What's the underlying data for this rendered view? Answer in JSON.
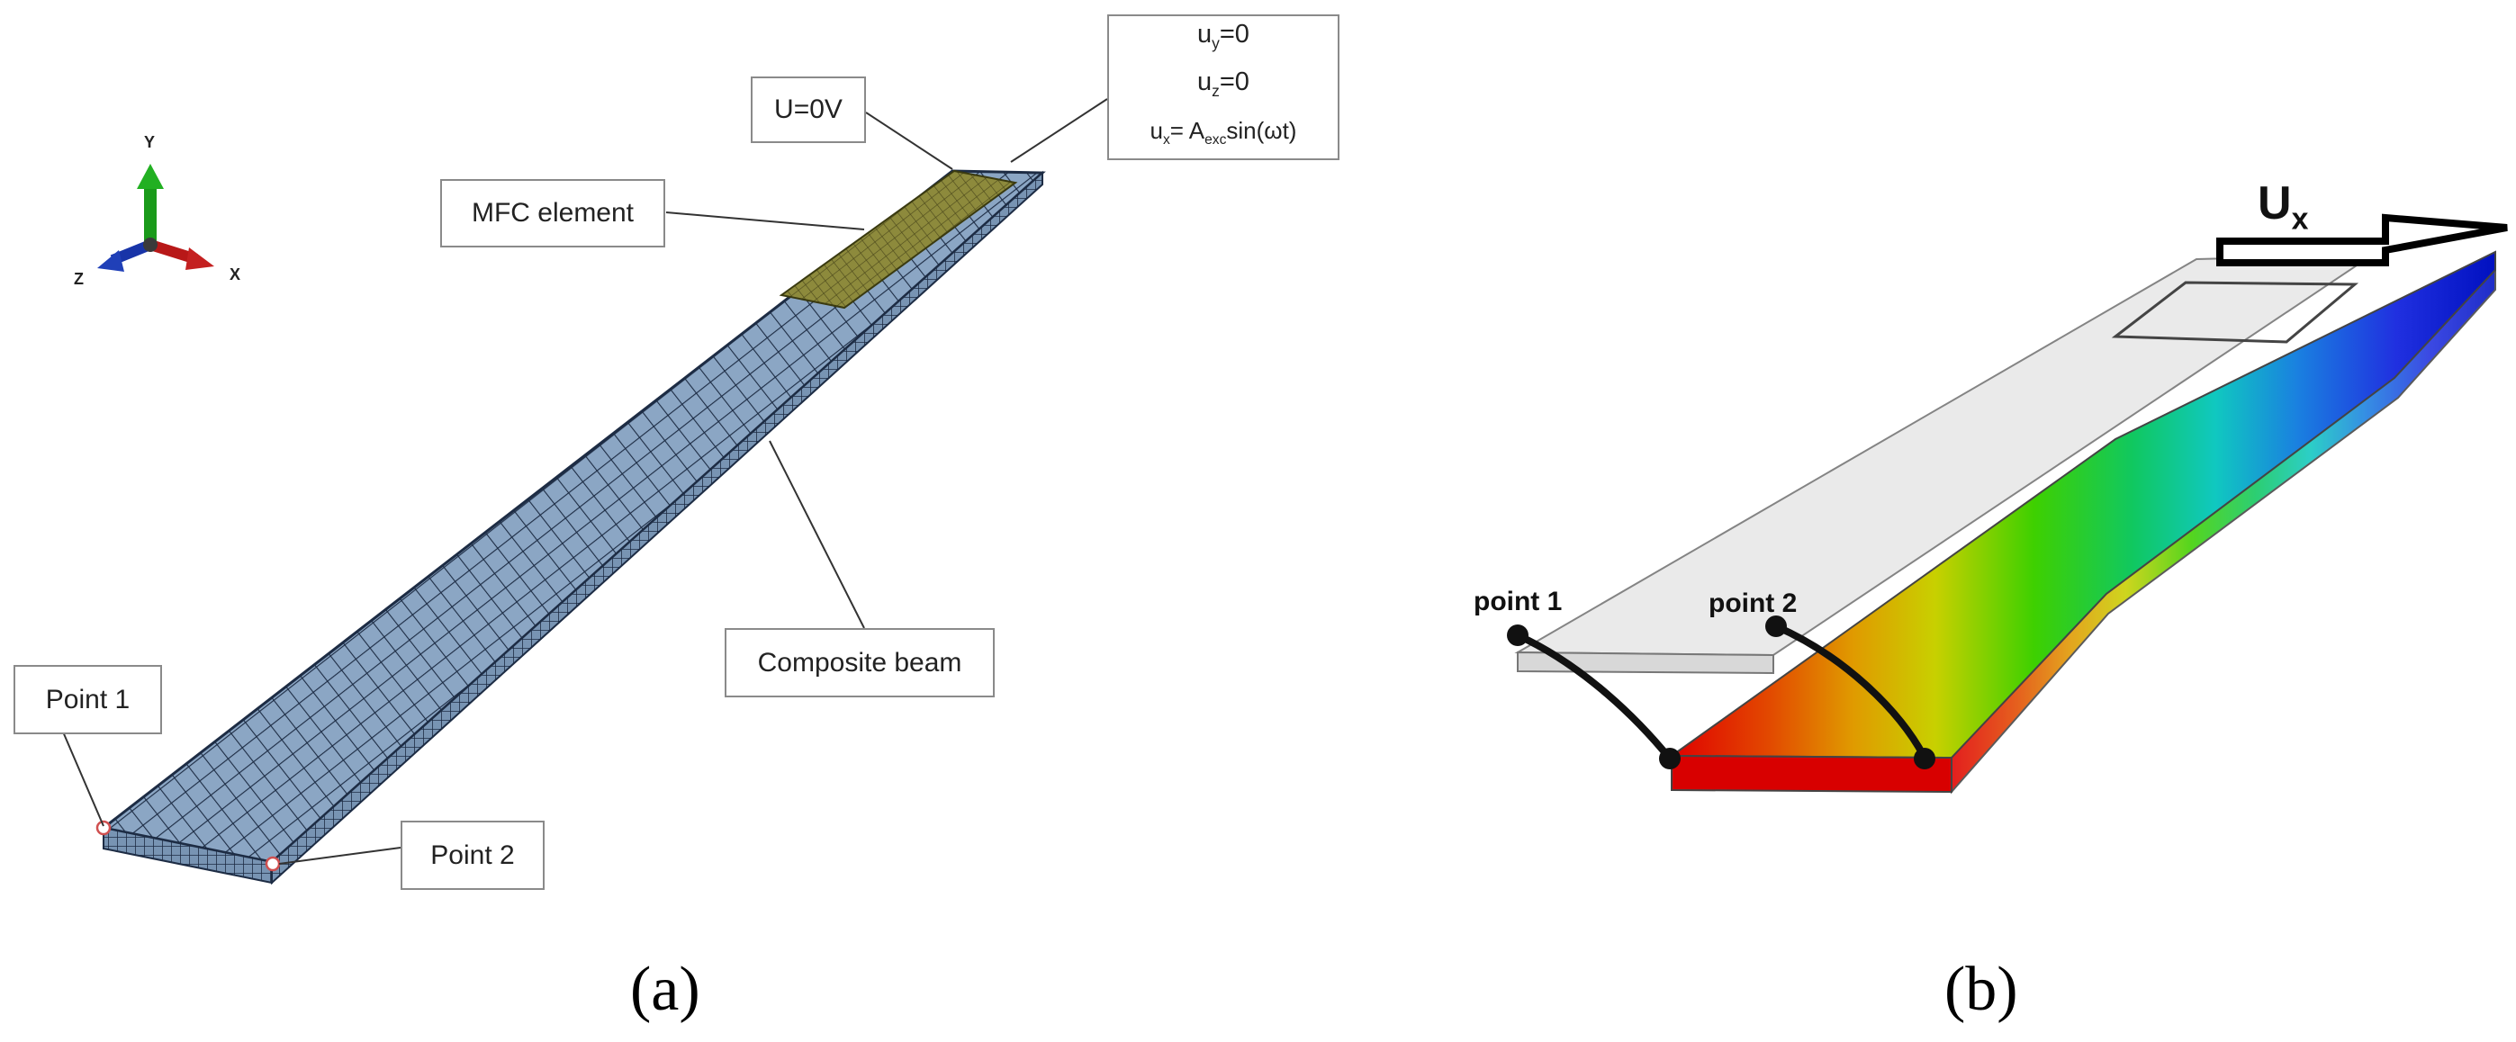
{
  "panel_a": {
    "caption": "(a)",
    "axes": {
      "y": "Y",
      "x": "X",
      "z": "Z"
    },
    "callouts": {
      "voltage": "U=0V",
      "mfc": "MFC element",
      "composite_beam": "Composite beam",
      "point1": "Point 1",
      "point2": "Point 2"
    },
    "boundary_conditions": {
      "line1_var": "u",
      "line1_sub": "y",
      "line1_rest": "=0",
      "line2_var": "u",
      "line2_sub": "z",
      "line2_rest": "=0",
      "line3_var": "u",
      "line3_sub": "x",
      "line3_mid": "= A",
      "line3_sub2": "exc",
      "line3_rest": "sin(ωt)"
    }
  },
  "panel_b": {
    "caption": "(b)",
    "ux_var": "U",
    "ux_sub": "x",
    "point1": "point 1",
    "point2": "point 2"
  },
  "colors": {
    "mesh_fill": "#8ba6c4",
    "mesh_line": "#1d2c44",
    "mfc_fill": "#8a8a3a",
    "callout_border": "#8a8a8a"
  }
}
